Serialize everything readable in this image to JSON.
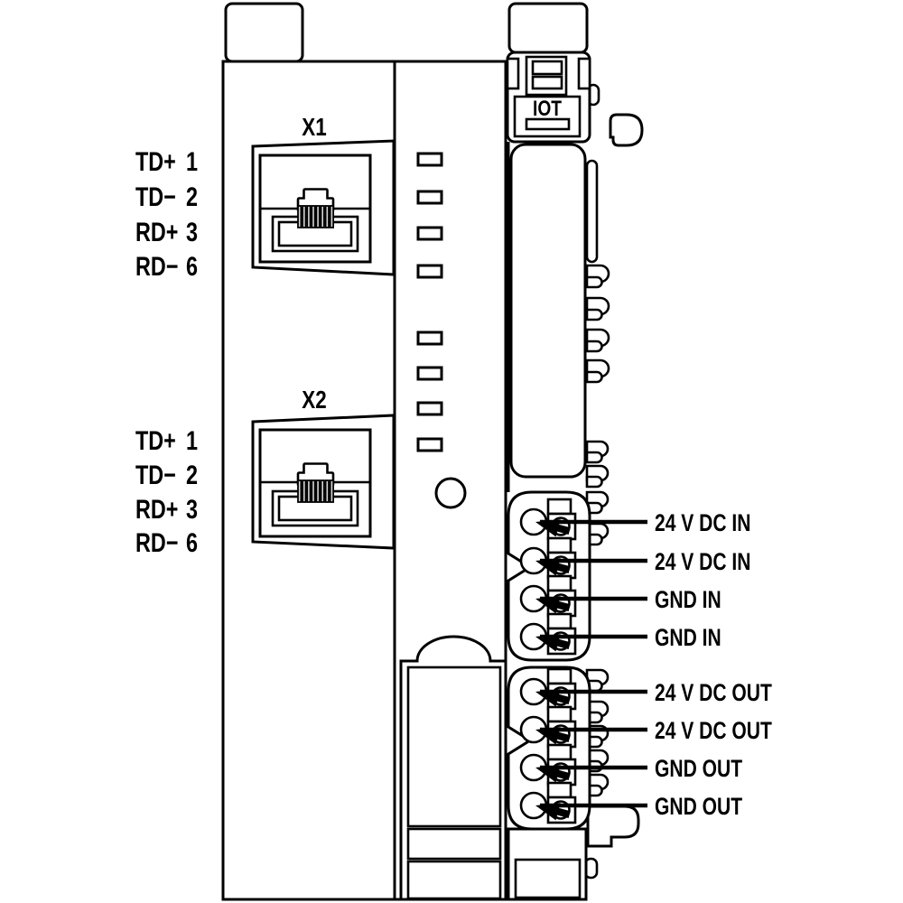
{
  "device": {
    "module_label": "IOT",
    "ethernet_ports": [
      {
        "id": "X1",
        "pins": [
          {
            "signal": "TD+",
            "number": "1"
          },
          {
            "signal": "TD−",
            "number": "2"
          },
          {
            "signal": "RD+",
            "number": "3"
          },
          {
            "signal": "RD−",
            "number": "6"
          }
        ]
      },
      {
        "id": "X2",
        "pins": [
          {
            "signal": "TD+",
            "number": "1"
          },
          {
            "signal": "TD−",
            "number": "2"
          },
          {
            "signal": "RD+",
            "number": "3"
          },
          {
            "signal": "RD−",
            "number": "6"
          }
        ]
      }
    ],
    "power_terminals": {
      "in": [
        "24 V DC IN",
        "24 V DC IN",
        "GND IN",
        "GND IN"
      ],
      "out": [
        "24 V DC OUT",
        "24 V DC OUT",
        "GND OUT",
        "GND OUT"
      ]
    },
    "colors": {
      "line": "#000000",
      "background": "#ffffff"
    }
  }
}
